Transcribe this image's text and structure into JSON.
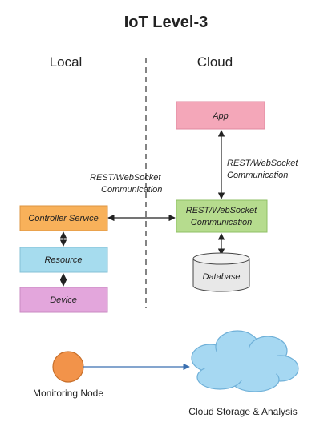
{
  "title": "IoT Level-3",
  "sections": {
    "local": "Local",
    "cloud": "Cloud"
  },
  "nodes": {
    "app": "App",
    "cloud_comm_line1": "REST/WebSocket",
    "cloud_comm_line2": "Communication",
    "database": "Database",
    "controller": "Controller Service",
    "resource": "Resource",
    "device": "Device",
    "monitoring": "Monitoring Node",
    "cloud_storage": "Cloud Storage & Analysis"
  },
  "edge_labels": {
    "app_link_line1": "REST/WebSocket",
    "app_link_line2": "Communication",
    "local_link_line1": "REST/WebSocket",
    "local_link_line2": "Communication"
  },
  "colors": {
    "app": "#f4a7b9",
    "cloud_comm": "#b6dc8e",
    "controller": "#f8b15a",
    "resource": "#a6dcee",
    "device": "#e3a6dc",
    "database": "#e8e8e8",
    "monitoring": "#f2934a",
    "cloud": "#a6d8f2"
  }
}
